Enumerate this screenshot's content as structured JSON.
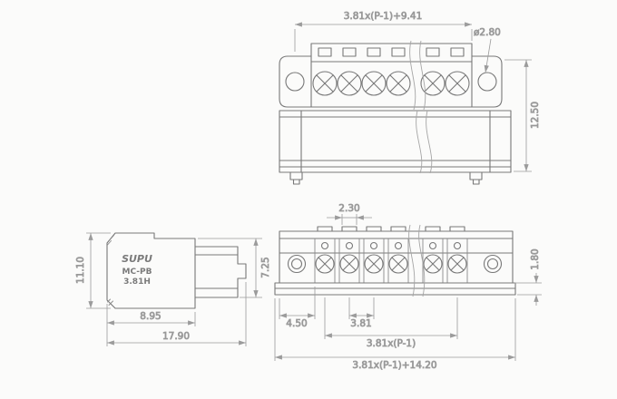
{
  "part_label": {
    "brand": "SUPU",
    "model": "MC-PB",
    "pitch_code": "3.81H"
  },
  "dims": {
    "top_span": "3.81x(P-1)+9.41",
    "hole_dia": "ø2.80",
    "height_right": "12.50",
    "slot_width": "2.30",
    "flange_thickness": "1.80",
    "plug_height": "11.10",
    "plug_right_height": "7.25",
    "plug_depth_body": "8.95",
    "plug_depth_total": "17.90",
    "edge_offset": "4.50",
    "pitch": "3.81",
    "span_centers": "3.81x(P-1)",
    "span_total": "3.81x(P-1)+14.20"
  }
}
